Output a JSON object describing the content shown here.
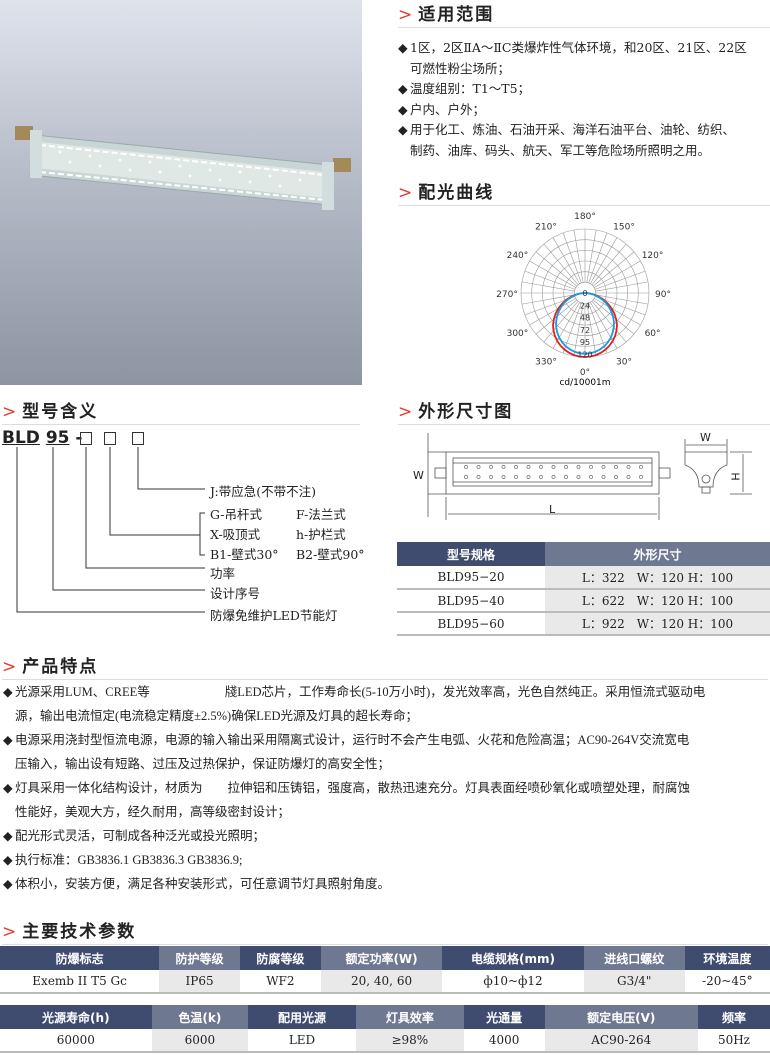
{
  "sections": {
    "scope": "适用范围",
    "curve": "配光曲线",
    "model": "型号含义",
    "dims": "外形尺寸图",
    "features": "产品特点",
    "params": "主要技术参数",
    "marker": ">"
  },
  "scope_items": [
    {
      "l1": "1区，2区ⅡA～ⅡC类爆炸性气体环境，和20区、21区、22区",
      "l2": "可燃性粉尘场所；"
    },
    {
      "l1": "温度组别：T1～T5；",
      "l2": ""
    },
    {
      "l1": "户内、户外；",
      "l2": ""
    },
    {
      "l1": "用于化工、炼油、石油开采、海洋石油平台、油轮、纺织、",
      "l2": "制药、油库、码头、航天、军工等危险场所照明之用。"
    }
  ],
  "bullet": "◆",
  "polar": {
    "angle_labels": [
      "180°",
      "150°",
      "120°",
      "90°",
      "60°",
      "30°",
      "0°",
      "330°",
      "300°",
      "270°",
      "240°",
      "210°"
    ],
    "radial_labels": [
      "0",
      "24",
      "48",
      "72",
      "95",
      "120"
    ],
    "unit": "cd/10001m",
    "colors": {
      "c0": "#e02020",
      "c90": "#1a9be0"
    }
  },
  "model": {
    "code_a": "BLD",
    "code_b": "95",
    "dash": "-",
    "box": "□",
    "j": "J:带应急(不带不注)",
    "g": "G-吊杆式",
    "f": "F-法兰式",
    "x": "X-吸顶式",
    "h": "h-护栏式",
    "b1": "B1-壁式30°",
    "b2": "B2-壁式90°",
    "power": "功率",
    "serial": "设计序号",
    "name": "防爆免维护LED节能灯"
  },
  "dims": {
    "w": "W",
    "l": "L",
    "h": "H",
    "headers": [
      "型号规格",
      "外形尺寸"
    ],
    "rows": [
      [
        "BLD95−20",
        "L：322　W：120  H：100"
      ],
      [
        "BLD95−40",
        "L：622　W：120  H：100"
      ],
      [
        "BLD95−60",
        "L：922　W：120  H：100"
      ]
    ]
  },
  "features": [
    {
      "l1": "光源采用LUM、CREE等　　　　　　牋LED芯片，工作寿命长(5-10万小时)，发光效率高，光色自然纯正。采用恒流式驱动电",
      "l2": "源，输出电流恒定(电流稳定精度±2.5%)确保LED光源及灯具的超长寿命；"
    },
    {
      "l1": "电源采用浇封型恒流电源，电源的输入输出采用隔离式设计，运行时不会产生电弧、火花和危险高温；AC90-264V交流宽电",
      "l2": "压输入，输出设有短路、过压及过热保护，保证防爆灯的高安全性；"
    },
    {
      "l1": "灯具采用一体化结构设计，材质为　　拉伸铝和压铸铝，强度高，散热迅速充分。灯具表面经喷砂氧化或喷塑处理，耐腐蚀",
      "l2": "性能好，美观大方，经久耐用，高等级密封设计；"
    },
    {
      "l1": "配光形式灵活，可制成各种泛光或投光照明；",
      "l2": ""
    },
    {
      "l1": "执行标准：GB3836.1  GB3836.3  GB3836.9;",
      "l2": ""
    },
    {
      "l1": "体积小，安装方便，满足各种安装形式，可任意调节灯具照射角度。",
      "l2": ""
    }
  ],
  "params1": {
    "headers": [
      "防爆标志",
      "防护等级",
      "防腐等级",
      "额定功率(W)",
      "电缆规格(mm)",
      "进线口螺纹",
      "环境温度"
    ],
    "values": [
      "Exemb II T5  Gc",
      "IP65",
      "WF2",
      "20, 40, 60",
      "ф10~ф12",
      "G3/4\"",
      "-20~45°"
    ]
  },
  "params2": {
    "headers": [
      "光源寿命(h)",
      "色温(k)",
      "配用光源",
      "灯具效率",
      "光通量",
      "额定电压(V)",
      "频率"
    ],
    "values": [
      "60000",
      "6000",
      "LED",
      "≥98%",
      "4000",
      "AC90-264",
      "50Hz"
    ]
  },
  "colors": {
    "header_dark": "#3f4c6f",
    "header_light": "#6f7891",
    "accent": "#e43a2e"
  }
}
